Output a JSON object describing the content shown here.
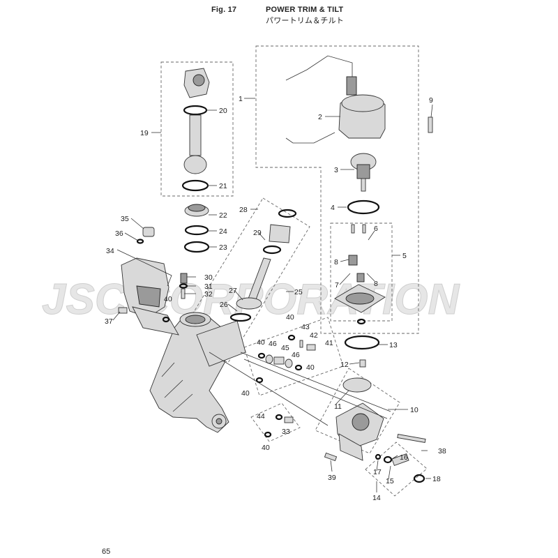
{
  "header": {
    "fig_label": "Fig. 17",
    "title": "POWER TRIM & TILT",
    "title_jp": "パワートリム＆チルト"
  },
  "watermark": "JSC CORPORATION",
  "page_number": "65",
  "callouts": {
    "c1": "1",
    "c2": "2",
    "c3": "3",
    "c4": "4",
    "c5": "5",
    "c6": "6",
    "c7": "7",
    "c8a": "8",
    "c8b": "8",
    "c9": "9",
    "c10": "10",
    "c11": "11",
    "c12": "12",
    "c13": "13",
    "c14": "14",
    "c15": "15",
    "c16": "16",
    "c17": "17",
    "c18": "18",
    "c19": "19",
    "c20": "20",
    "c21": "21",
    "c22": "22",
    "c23": "23",
    "c24": "24",
    "c25": "25",
    "c26": "26",
    "c27": "27",
    "c28": "28",
    "c29": "29",
    "c30": "30",
    "c31": "31",
    "c32": "32",
    "c33": "33",
    "c34": "34",
    "c35": "35",
    "c36": "36",
    "c37": "37",
    "c38": "38",
    "c39": "39",
    "c40a": "40",
    "c40b": "40",
    "c40c": "40",
    "c40d": "40",
    "c40e": "40",
    "c40f": "40",
    "c41": "41",
    "c42": "42",
    "c43": "43",
    "c44": "44",
    "c45": "45",
    "c46a": "46",
    "c46b": "46"
  }
}
